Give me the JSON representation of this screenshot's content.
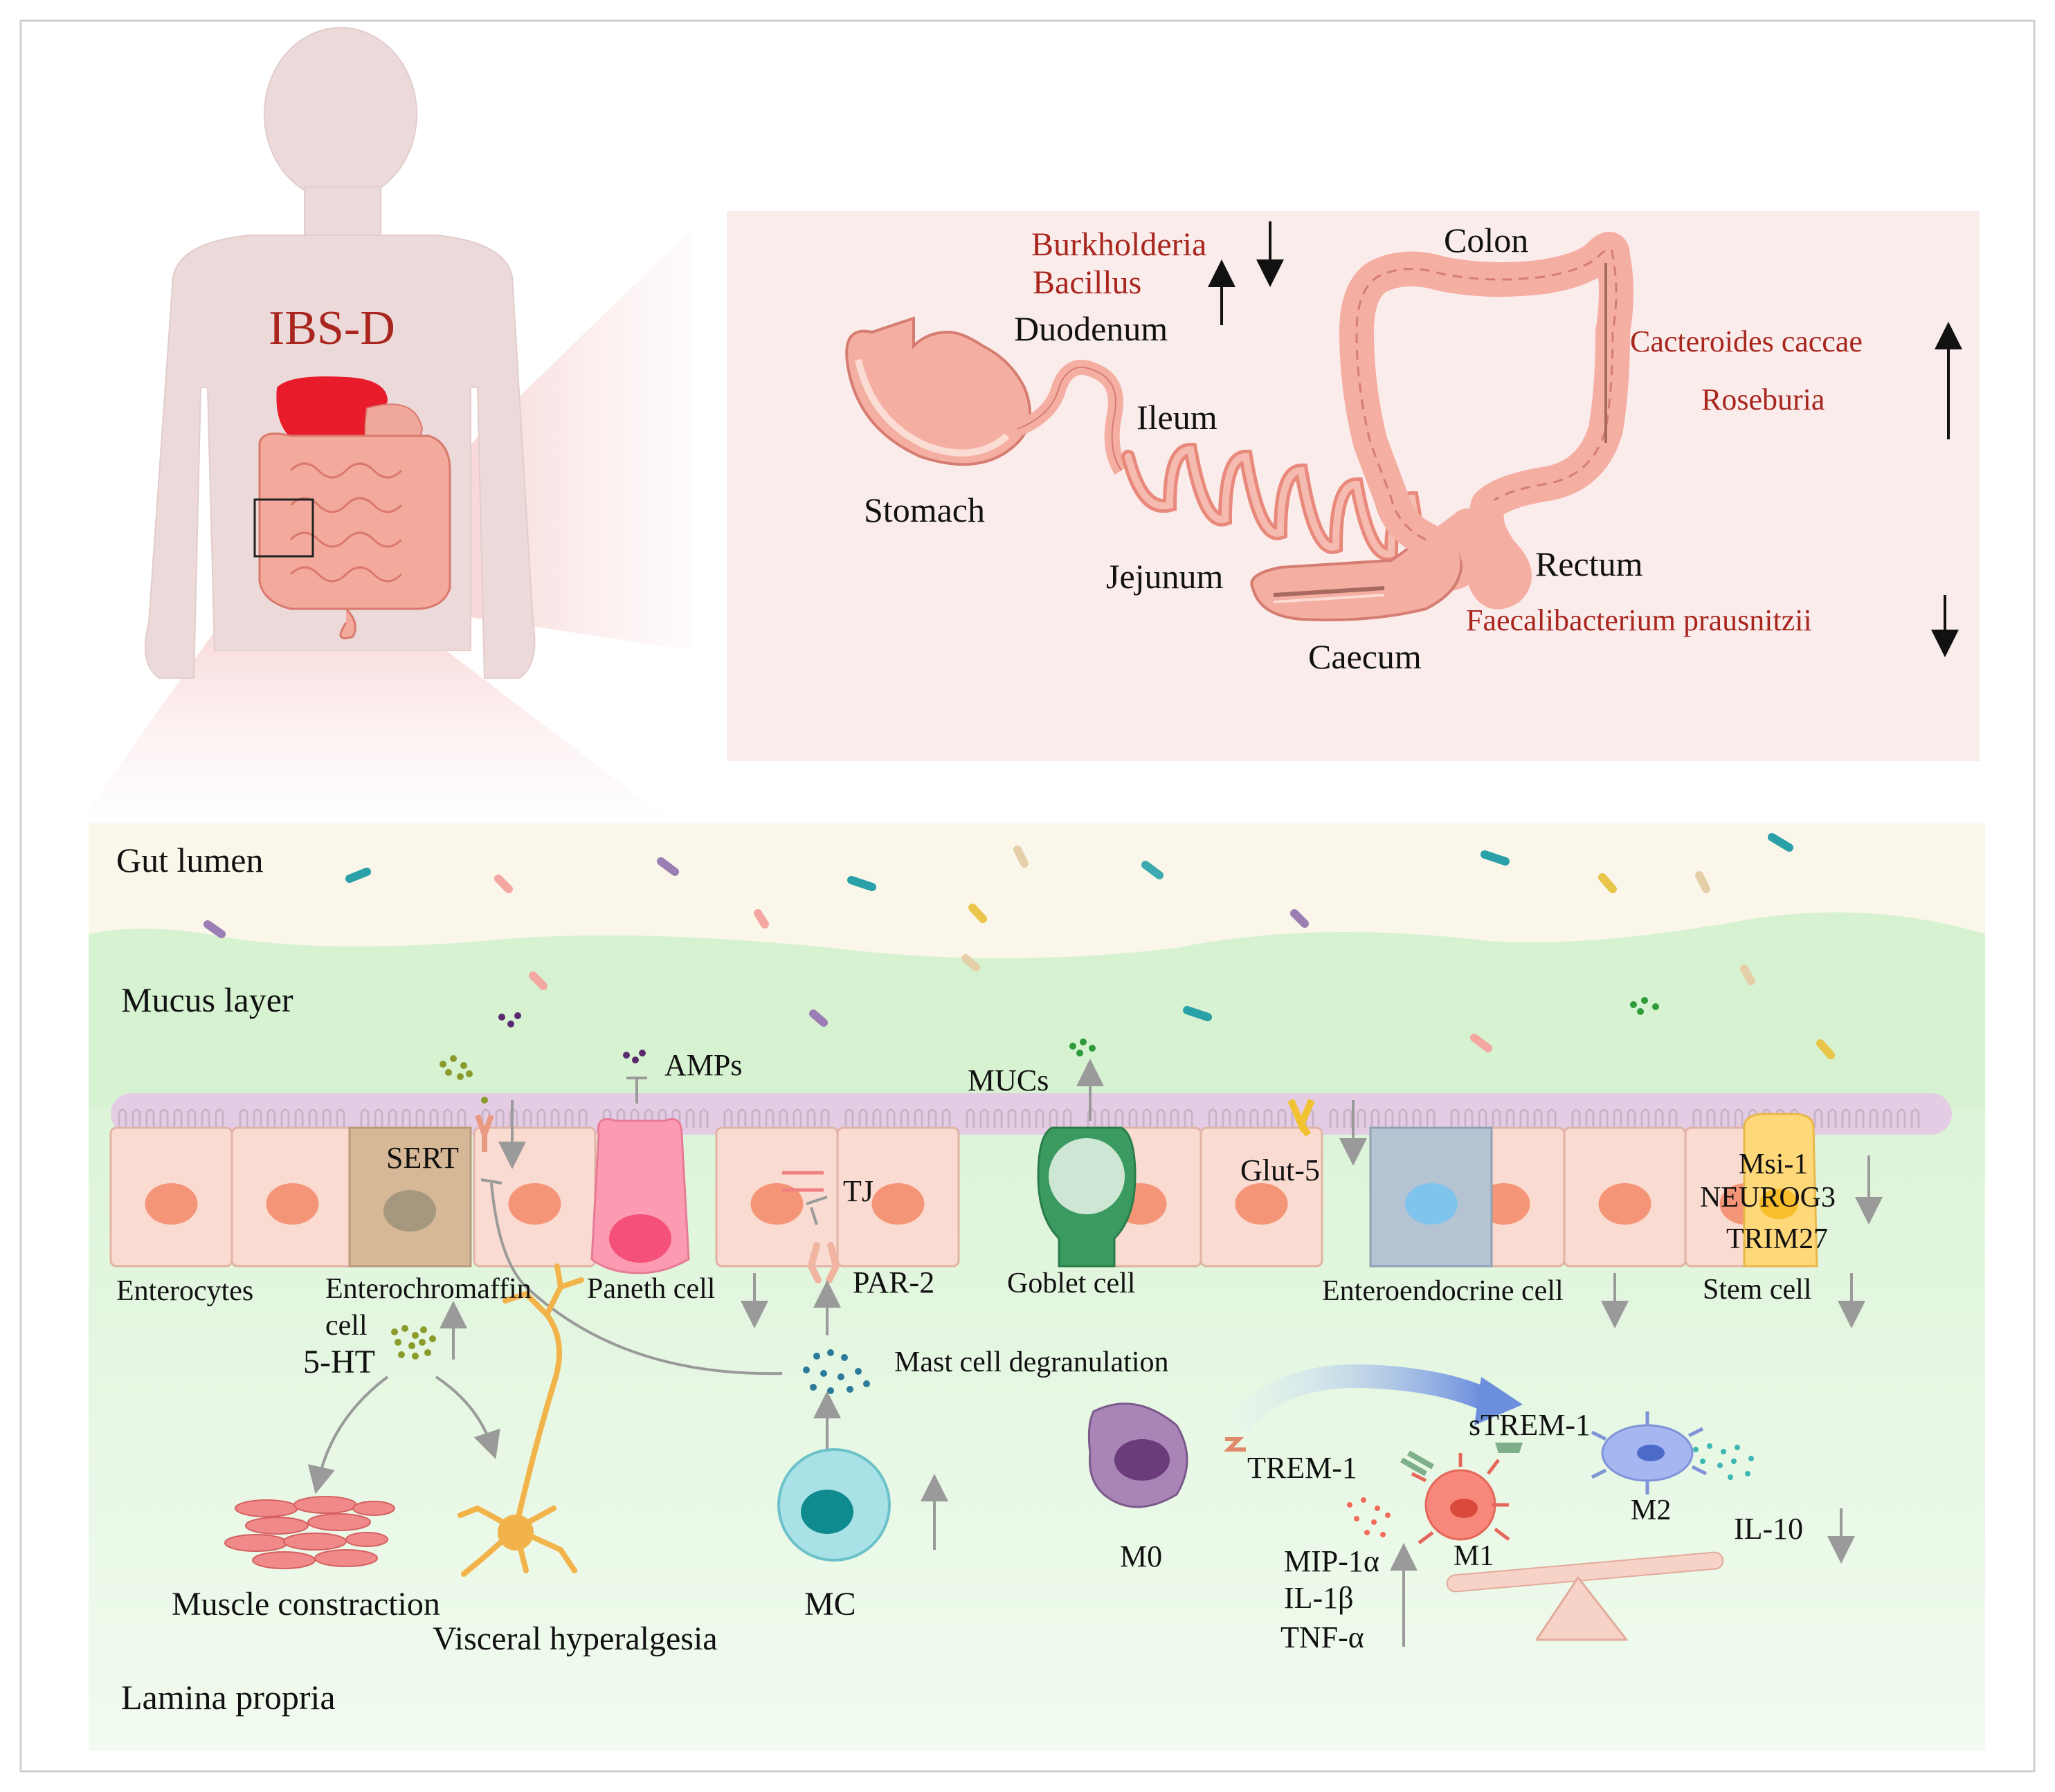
{
  "colors": {
    "frame": "#cccccc",
    "body_silhouette": "#ead8d8",
    "gut_panel": "#fbecec",
    "lumen": "#fbf6ea",
    "mucus": "#d8f2d4",
    "lamina": "#e6f7e3",
    "brush_border": "#e4cde4",
    "enterocyte": "#f9dbd1",
    "nucleus": "#f59578",
    "red_text": "#a8261e",
    "intestine": "#f3a79a"
  },
  "icons": {
    "liver": "liver-shape",
    "magnifier_box": "square-outline",
    "bacteria": "rod-shapes",
    "neuron": "neuron-shape",
    "macrophage": "spiky-cell"
  },
  "title": "IBS-D",
  "organs": {
    "stomach": "Stomach",
    "duodenum": "Duodenum",
    "ileum": "Ileum",
    "jejunum": "Jejunum",
    "caecum": "Caecum",
    "colon": "Colon",
    "rectum": "Rectum"
  },
  "bacteria": {
    "burkholderia": "Burkholderia",
    "bacillus": "Bacillus",
    "cacteroides": "Cacteroides caccae",
    "roseburia": "Roseburia",
    "faecali": "Faecalibacterium prausnitzii"
  },
  "layers": {
    "gut_lumen": "Gut lumen",
    "mucus_layer": "Mucus layer",
    "lamina_propria": "Lamina propria"
  },
  "cells": {
    "enterocytes": "Enterocytes",
    "enterochromaffin_1": "Enterochromaffin",
    "enterochromaffin_2": "cell",
    "paneth": "Paneth cell",
    "goblet": "Goblet cell",
    "enteroendocrine": "Enteroendocrine cell",
    "stem": "Stem cell"
  },
  "molecules": {
    "sert": "SERT",
    "amps": "AMPs",
    "mucs": "MUCs",
    "tj": "TJ",
    "par2": "PAR-2",
    "glut5": "Glut-5",
    "msi1": "Msi-1",
    "neurog3": "NEUROG3",
    "trim27": "TRIM27",
    "ht5": "5-HT",
    "mast_degran": "Mast cell degranulation",
    "strem1": "sTREM-1",
    "trem1": "TREM-1",
    "mip1a": "MIP-1α",
    "il1b": "IL-1β",
    "tnfa": "TNF-α",
    "il10": "IL-10"
  },
  "immune": {
    "m0": "M0",
    "m1": "M1",
    "m2": "M2",
    "mc": "MC"
  },
  "effects": {
    "muscle": "Muscle constraction",
    "visceral": "Visceral hyperalgesia"
  }
}
